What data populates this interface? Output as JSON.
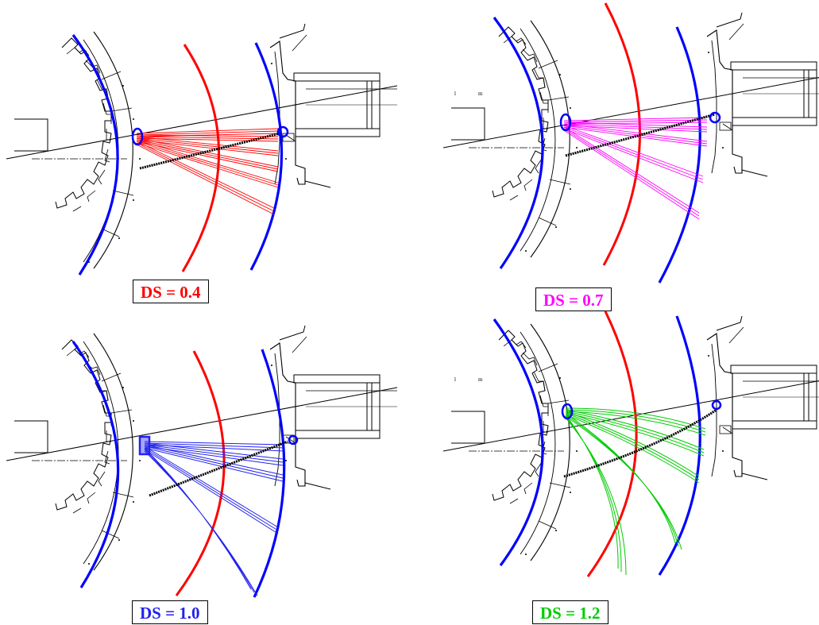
{
  "panels": [
    {
      "id": "p1",
      "label": "DS = 0.4",
      "color": "#ff0000",
      "show_marks": false
    },
    {
      "id": "p2",
      "label": "DS = 0.7",
      "color": "#ff00ff",
      "show_marks": true
    },
    {
      "id": "p3",
      "label": "DS = 1.0",
      "color": "#2222ee",
      "show_marks": false
    },
    {
      "id": "p4",
      "label": "DS = 1.2",
      "color": "#00cc00",
      "show_marks": true
    }
  ],
  "marks": {
    "left": "l",
    "right": "m"
  },
  "colors": {
    "detector_arc": "#0000ff",
    "target_arc": "#ff0000",
    "drawing": "#000000"
  }
}
